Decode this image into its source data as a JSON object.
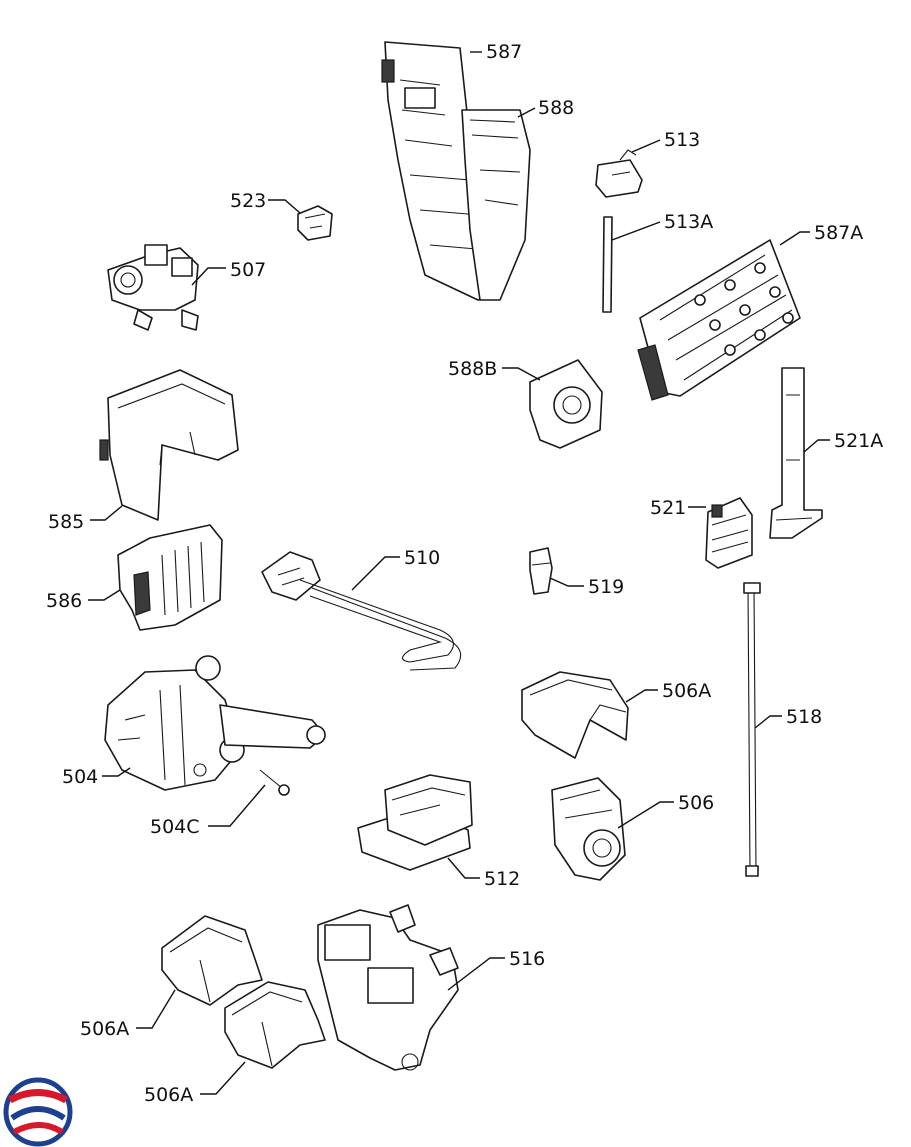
{
  "diagram": {
    "callouts": [
      {
        "id": "c587",
        "label": "587"
      },
      {
        "id": "c588",
        "label": "588"
      },
      {
        "id": "c513",
        "label": "513"
      },
      {
        "id": "c523",
        "label": "523"
      },
      {
        "id": "c513a",
        "label": "513A"
      },
      {
        "id": "c507",
        "label": "507"
      },
      {
        "id": "c587a",
        "label": "587A"
      },
      {
        "id": "c588b",
        "label": "588B"
      },
      {
        "id": "c521a",
        "label": "521A"
      },
      {
        "id": "c521",
        "label": "521"
      },
      {
        "id": "c585",
        "label": "585"
      },
      {
        "id": "c510",
        "label": "510"
      },
      {
        "id": "c586",
        "label": "586"
      },
      {
        "id": "c519",
        "label": "519"
      },
      {
        "id": "c506a1",
        "label": "506A"
      },
      {
        "id": "c518",
        "label": "518"
      },
      {
        "id": "c504",
        "label": "504"
      },
      {
        "id": "c506",
        "label": "506"
      },
      {
        "id": "c504c",
        "label": "504C"
      },
      {
        "id": "c512",
        "label": "512"
      },
      {
        "id": "c516",
        "label": "516"
      },
      {
        "id": "c506a2",
        "label": "506A"
      },
      {
        "id": "c506a3",
        "label": "506A"
      }
    ],
    "logo": {
      "colors": {
        "red": "#d7182a",
        "blue": "#1d3f8f"
      }
    }
  }
}
